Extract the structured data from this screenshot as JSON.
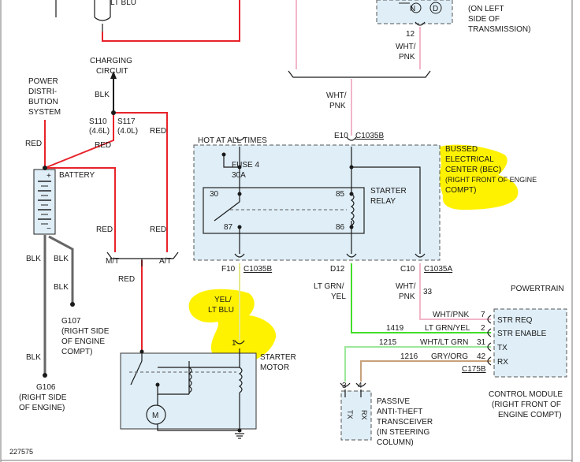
{
  "colors": {
    "red_wire": "#e8232a",
    "pink_wire": "#f2b6c8",
    "green_wire": "#44dd2a",
    "yellow_wire": "#e4e88a",
    "tan_wire": "#c7a27b",
    "black_wire": "#1a1a1a",
    "gray_wire": "#666666",
    "box_fill": "#dfeef7",
    "highlight": "#fff200"
  },
  "labels": {
    "lt_blu_top": "LT BLU",
    "on_left_1": "(ON LEFT",
    "on_left_2": "SIDE OF",
    "on_left_3": "TRANSMISSION)",
    "pin_12": "12",
    "wht_pnk_top_1": "WHT/",
    "wht_pnk_top_2": "PNK",
    "n_label": "N",
    "d_label": "D",
    "charging_1": "CHARGING",
    "charging_2": "CIRCUIT",
    "blk_charging": "BLK",
    "pdc_1": "POWER",
    "pdc_2": "DISTRI-",
    "pdc_3": "BUTION",
    "pdc_4": "SYSTEM",
    "s110": "S110",
    "s110_eng": "(4.6L)",
    "s117": "S117",
    "s117_eng": "(4.0L)",
    "red_a": "RED",
    "red_b": "RED",
    "red_c": "RED",
    "battery": "BATTERY",
    "wht_pnk_mid_1": "WHT/",
    "wht_pnk_mid_2": "PNK",
    "e10": "E10",
    "c1035b_top": "C1035B",
    "hot": "HOT AT ALL TIMES",
    "fuse_1": "FUSE 4",
    "fuse_2": "30A",
    "bec_1": "BUSSED",
    "bec_2": "ELECTRICAL",
    "bec_3": "CENTER (BEC)",
    "bec_4": "(RIGHT FRONT OF ENGINE",
    "bec_5": "COMPT)",
    "relay_30": "30",
    "relay_85": "85",
    "relay_87": "87",
    "relay_86": "86",
    "starter_relay_1": "STARTER",
    "starter_relay_2": "RELAY",
    "red_d": "RED",
    "red_e": "RED",
    "blk_a": "BLK",
    "blk_b": "BLK",
    "blk_c": "BLK",
    "blk_d": "BLK",
    "mt": "M/T",
    "at": "A/T",
    "red_f": "RED",
    "f10": "F10",
    "c1035b_bot": "C1035B",
    "d12": "D12",
    "c10": "C10",
    "c1035a": "C1035A",
    "lt_grn_yel_1": "LT GRN/",
    "lt_grn_yel_2": "YEL",
    "wht_pnk_low_1": "WHT/",
    "wht_pnk_low_2": "PNK",
    "pin_33": "33",
    "yel_ltblu_1": "YEL/",
    "yel_ltblu_2": "LT BLU",
    "g107_1": "G107",
    "g107_2": "(RIGHT SIDE",
    "g107_3": "OF ENGINE",
    "g107_4": "COMPT)",
    "pcm_1": "POWERTRAIN",
    "pcm_2": "CONTROL MODULE",
    "pcm_3": "(RIGHT FRONT OF",
    "pcm_4": "ENGINE COMPT)",
    "str_req": "STR REQ",
    "str_enable": "STR ENABLE",
    "tx": "TX",
    "rx": "RX",
    "pin_7": "7",
    "pin_2": "2",
    "pin_31": "31",
    "pin_42": "42",
    "c175b": "C175B",
    "wire_wht_pnk": "WHT/PNK",
    "c1419": "1419",
    "wire_ltgrn_yel": "LT GRN/YEL",
    "c1215": "1215",
    "wire_wht_ltgrn": "WHT/LT GRN",
    "c1216": "1216",
    "wire_gry_org": "GRY/ORG",
    "pin_1": "1",
    "starter_motor_1": "STARTER",
    "starter_motor_2": "MOTOR",
    "motor_m": "M",
    "g106_1": "G106",
    "g106_2": "(RIGHT SIDE",
    "g106_3": "OF ENGINE)",
    "pin_3": "3",
    "pin_4": "4",
    "pats_tx": "TX",
    "pats_rx": "RX",
    "pats_1": "PASSIVE",
    "pats_2": "ANTI-THEFT",
    "pats_3": "TRANSCEIVER",
    "pats_4": "(IN STEERING",
    "pats_5": "COLUMN)",
    "fig_id": "227575"
  }
}
